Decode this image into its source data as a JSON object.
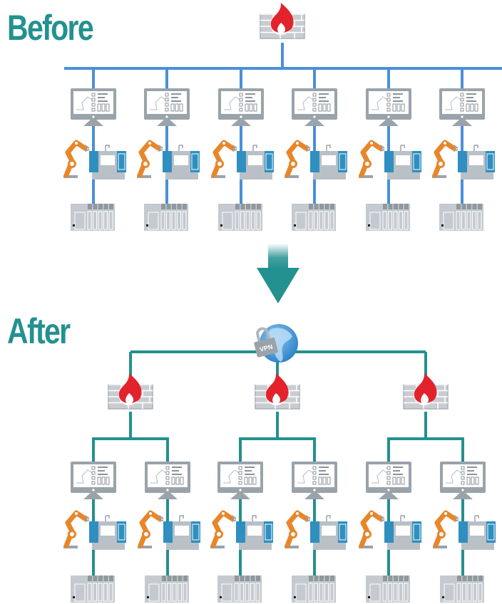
{
  "headings": {
    "before": "Before",
    "after": "After"
  },
  "vpn_label": "VPN",
  "colors": {
    "heading": "#23918f",
    "before_network": "#4a90d9",
    "after_network": "#24908e",
    "firewall_brick": "#c9cdd1",
    "flame": "#e3232c",
    "robot_arm": "#e8862a",
    "machine_blue": "#2f8fc0",
    "device_gray": "#9aa3aa",
    "globe": "#3a8fd6",
    "arrow": "#23918f"
  },
  "before": {
    "firewall_count": 1,
    "cell_count": 6,
    "cell_components": [
      "monitor-icon",
      "robot-arm-icon",
      "cnc-machine-icon",
      "plc-rack-icon"
    ]
  },
  "after": {
    "firewall_count": 3,
    "cells_per_firewall": 2,
    "cell_components": [
      "monitor-icon",
      "robot-arm-icon",
      "cnc-machine-icon",
      "plc-rack-icon"
    ]
  }
}
